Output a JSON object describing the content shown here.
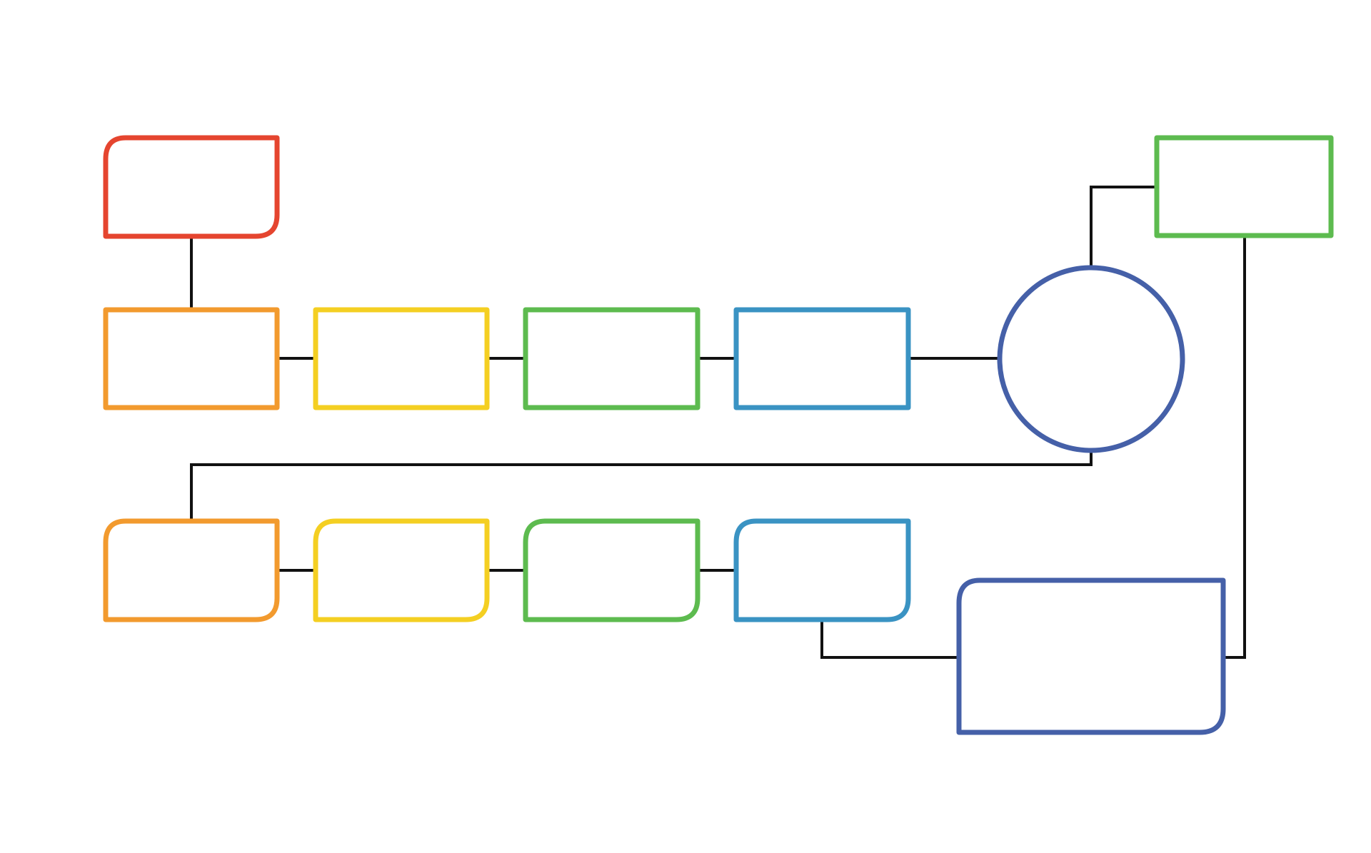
{
  "diagram": {
    "background": "#ffffff",
    "connector_color": "#111111",
    "palette": {
      "red": "#e5452f",
      "orange": "#f29a2e",
      "yellow": "#f4cf22",
      "green": "#5dbb4f",
      "blue": "#3a93c3",
      "indigo": "#4560a8"
    },
    "nodes": [
      {
        "id": "top-red",
        "shape": "box",
        "color": "red",
        "label": ""
      },
      {
        "id": "row1-orange",
        "shape": "box",
        "color": "orange",
        "label": ""
      },
      {
        "id": "row1-yellow",
        "shape": "box",
        "color": "yellow",
        "label": ""
      },
      {
        "id": "row1-green",
        "shape": "box",
        "color": "green",
        "label": ""
      },
      {
        "id": "row1-blue",
        "shape": "box",
        "color": "blue",
        "label": ""
      },
      {
        "id": "hub",
        "shape": "circle",
        "color": "indigo",
        "label": ""
      },
      {
        "id": "top-right-green",
        "shape": "box",
        "color": "green",
        "label": ""
      },
      {
        "id": "row2-orange",
        "shape": "box",
        "color": "orange",
        "label": ""
      },
      {
        "id": "row2-yellow",
        "shape": "box",
        "color": "yellow",
        "label": ""
      },
      {
        "id": "row2-green",
        "shape": "box",
        "color": "green",
        "label": ""
      },
      {
        "id": "row2-blue",
        "shape": "box",
        "color": "blue",
        "label": ""
      },
      {
        "id": "final-indigo",
        "shape": "box",
        "color": "indigo",
        "label": ""
      }
    ],
    "edges": [
      {
        "from": "top-red",
        "to": "row1-orange"
      },
      {
        "from": "row1-orange",
        "to": "row1-yellow"
      },
      {
        "from": "row1-yellow",
        "to": "row1-green"
      },
      {
        "from": "row1-green",
        "to": "row1-blue"
      },
      {
        "from": "row1-blue",
        "to": "hub"
      },
      {
        "from": "hub",
        "to": "top-right-green"
      },
      {
        "from": "hub",
        "to": "row2-orange"
      },
      {
        "from": "row2-orange",
        "to": "row2-yellow"
      },
      {
        "from": "row2-yellow",
        "to": "row2-green"
      },
      {
        "from": "row2-green",
        "to": "row2-blue"
      },
      {
        "from": "row2-blue",
        "to": "final-indigo"
      },
      {
        "from": "top-right-green",
        "to": "final-indigo"
      }
    ]
  }
}
